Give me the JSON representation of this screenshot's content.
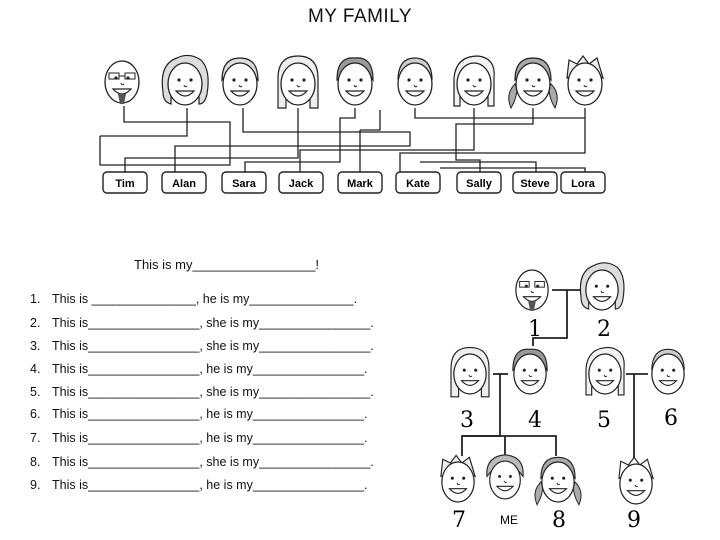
{
  "title": "MY FAMILY",
  "top_faces": [
    {
      "icon": "bald-man-glasses-icon"
    },
    {
      "icon": "curly-hair-woman-icon"
    },
    {
      "icon": "short-hair-woman-icon"
    },
    {
      "icon": "long-hair-woman-icon"
    },
    {
      "icon": "boy-icon"
    },
    {
      "icon": "man-icon"
    },
    {
      "icon": "girl-side-bangs-icon"
    },
    {
      "icon": "girl-pigtails-icon"
    },
    {
      "icon": "boy-spiky-hair-icon"
    }
  ],
  "names": [
    "Tim",
    "Alan",
    "Sara",
    "Jack",
    "Mark",
    "Kate",
    "Sally",
    "Steve",
    "Lora"
  ],
  "prompt": "This is my_________________!",
  "exercise": [
    {
      "num": "1.",
      "text": "This is _______________, he is my_______________."
    },
    {
      "num": "2.",
      "text": "This is________________, she is my________________."
    },
    {
      "num": "3.",
      "text": "This is________________, she is my________________."
    },
    {
      "num": "4.",
      "text": "This is________________, he is my________________."
    },
    {
      "num": "5.",
      "text": "This is________________, she is my________________."
    },
    {
      "num": "6.",
      "text": "This is________________, he is my________________."
    },
    {
      "num": "7.",
      "text": "This is________________, he is my________________."
    },
    {
      "num": "8.",
      "text": "This is________________, she is my________________."
    },
    {
      "num": "9.",
      "text": "This is________________, he is my________________."
    }
  ],
  "tree": {
    "labels": [
      "1",
      "2",
      "3",
      "4",
      "5",
      "6",
      "7",
      "ME",
      "8",
      "9"
    ]
  }
}
